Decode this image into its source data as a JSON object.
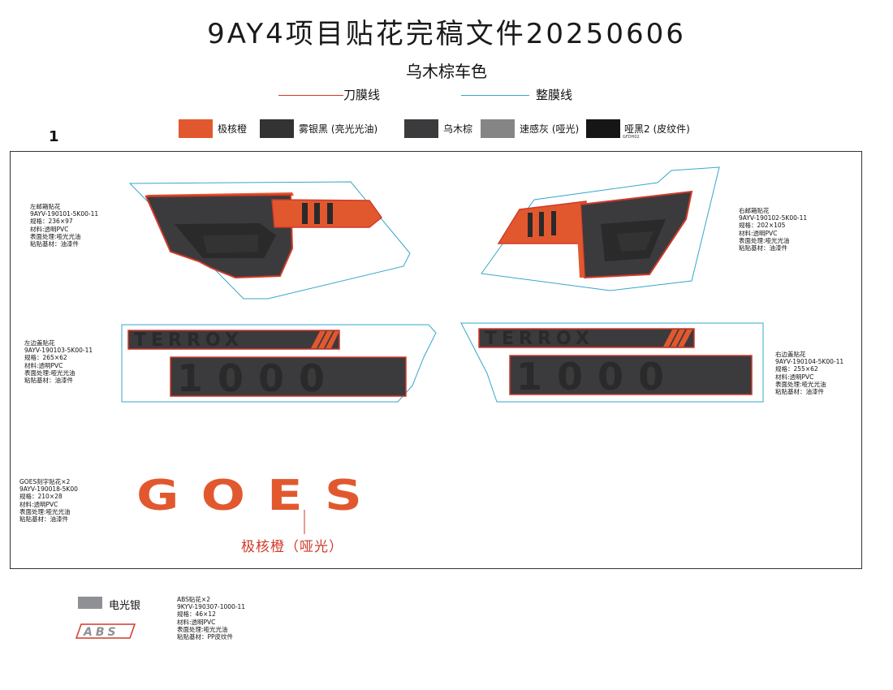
{
  "title": "9AY4项目贴花完稿文件20250606",
  "subtitle": "乌木棕车色",
  "line_legend": {
    "cut_line": "刀膜线",
    "full_line": "整膜线",
    "cut_color": "#d03a2a",
    "full_color": "#35a7c8"
  },
  "page_number": "1",
  "colors": [
    {
      "label": "极核橙",
      "hex": "#e2582e"
    },
    {
      "label": "雾银黑 (亮光光油)",
      "hex": "#333333"
    },
    {
      "label": "乌木棕",
      "hex": "#3b3b3d"
    },
    {
      "label": "速感灰 (哑光)",
      "hex": "#858585"
    },
    {
      "label": "哑黑2 (皮纹件)",
      "hex": "#161616",
      "sublabel": "GFDH02"
    }
  ],
  "decals": {
    "left_box": [
      "左邮箱贴花",
      "9AYV-190101-5K00-11",
      "规格：236×97",
      "材料:透明PVC",
      "表面处理:哑光光油",
      "粘贴基材：油漆件"
    ],
    "right_box": [
      "右邮箱贴花",
      "9AYV-190102-5K00-11",
      "规格：202×105",
      "材料:透明PVC",
      "表面处理:哑光光油",
      "粘贴基材：油漆件"
    ],
    "left_cover": [
      "左边盖贴花",
      "9AYV-190103-5K00-11",
      "规格：265×62",
      "材料:透明PVC",
      "表面处理:哑光光油",
      "粘贴基材：油漆件"
    ],
    "right_cover": [
      "右边盖贴花",
      "9AYV-190104-5K00-11",
      "规格：255×62",
      "材料:透明PVC",
      "表面处理:哑光光油",
      "粘贴基材：油漆件"
    ],
    "goes": [
      "GOES刻字贴花×2",
      "9AYV-190018-5K00",
      "规格：210×28",
      "材料:透明PVC",
      "表面处理:哑光光油",
      "粘贴基材：油漆件"
    ],
    "abs": [
      "ABS贴花×2",
      "9KYV-190307-1000-11",
      "规格：46×12",
      "材料:透明PVC",
      "表面处理:哑光光油",
      "粘贴基材：PP皮纹件"
    ]
  },
  "callout": "极核橙（哑光）",
  "silver_legend": {
    "label": "电光银",
    "hex": "#8f9096"
  },
  "artwork_text": {
    "terrox": "TERROX",
    "number": "1000",
    "goes": "GOES",
    "abs": "ABS"
  }
}
